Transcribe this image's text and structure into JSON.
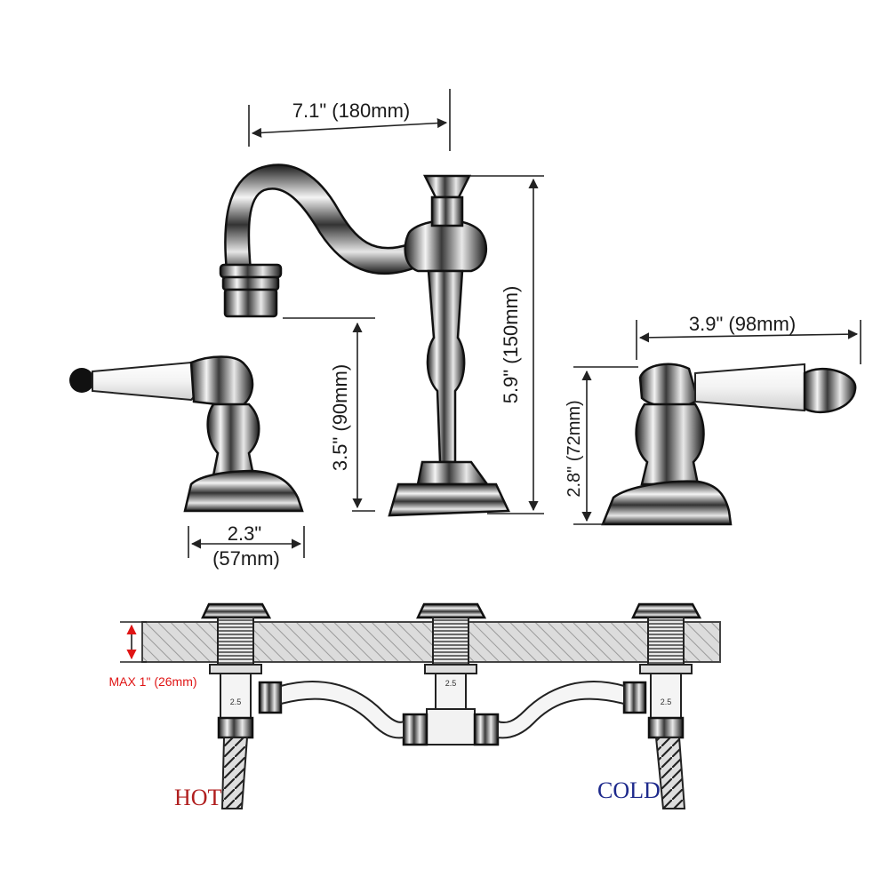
{
  "dimensions": {
    "spout_reach": "7.1\" (180mm)",
    "spout_height": "5.9\" (150mm)",
    "spout_clearance": "3.5\" (90mm)",
    "handle_height": "2.8\" (72mm)",
    "handle_length": "3.9\" (98mm)",
    "base_diameter_in": "2.3\"",
    "base_diameter_mm": "(57mm)",
    "deck_thickness": "MAX 1\" (26mm)"
  },
  "labels": {
    "hot": "HOT",
    "cold": "COLD",
    "fitting_size": "2.5"
  },
  "colors": {
    "deck_thickness_label": "#e01515",
    "hot_label": "#b01e1e",
    "cold_label": "#1e2a8c",
    "chrome_dark": "#2a2a2a",
    "chrome_light": "#f2f2f2",
    "porcelain": "#fafafa",
    "countertop_hatch": "#9a9a9a"
  },
  "icons": [
    "faucet-spout-icon",
    "lever-handle-icon",
    "supply-hose-icon",
    "tee-connector-icon"
  ]
}
